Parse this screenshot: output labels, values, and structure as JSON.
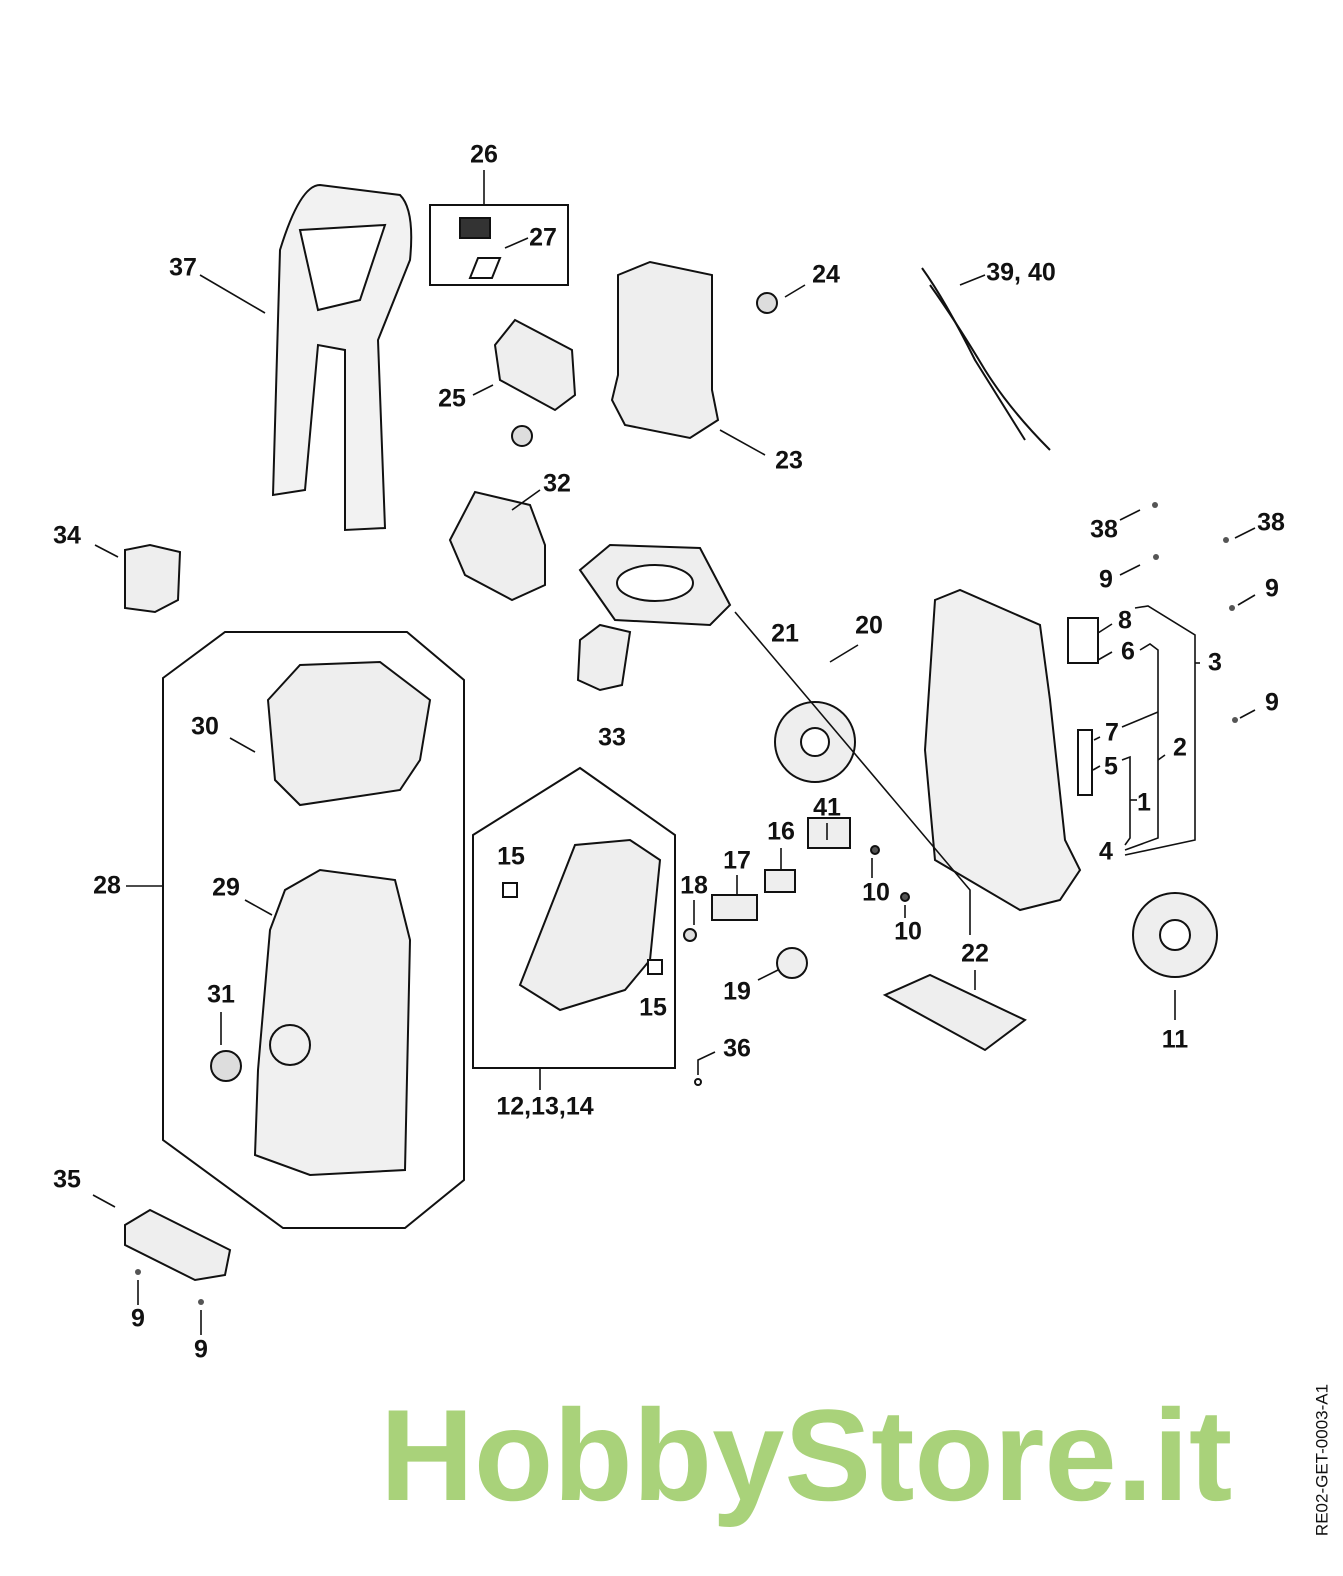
{
  "diagram_code": "RE02-GET-0003-A1",
  "watermark": "HobbyStore.it",
  "labels": {
    "p26": "26",
    "p27": "27",
    "p37": "37",
    "p24": "24",
    "p39_40": "39, 40",
    "p25": "25",
    "p23": "23",
    "p32": "32",
    "p38a": "38",
    "p38b": "38",
    "p34": "34",
    "p9a": "9",
    "p9b": "9",
    "p8": "8",
    "p21": "21",
    "p20": "20",
    "p6": "6",
    "p3": "3",
    "p30": "30",
    "p33": "33",
    "p9c": "9",
    "p7": "7",
    "p2": "2",
    "p5": "5",
    "p1": "1",
    "p41": "41",
    "p16": "16",
    "p4": "4",
    "p15a": "15",
    "p17": "17",
    "p28": "28",
    "p29": "29",
    "p18": "18",
    "p10a": "10",
    "p10b": "10",
    "p22": "22",
    "p31": "31",
    "p15b": "15",
    "p19": "19",
    "p11": "11",
    "p36": "36",
    "p12_13_14": "12,13,14",
    "p35": "35",
    "p9d": "9",
    "p9e": "9"
  }
}
